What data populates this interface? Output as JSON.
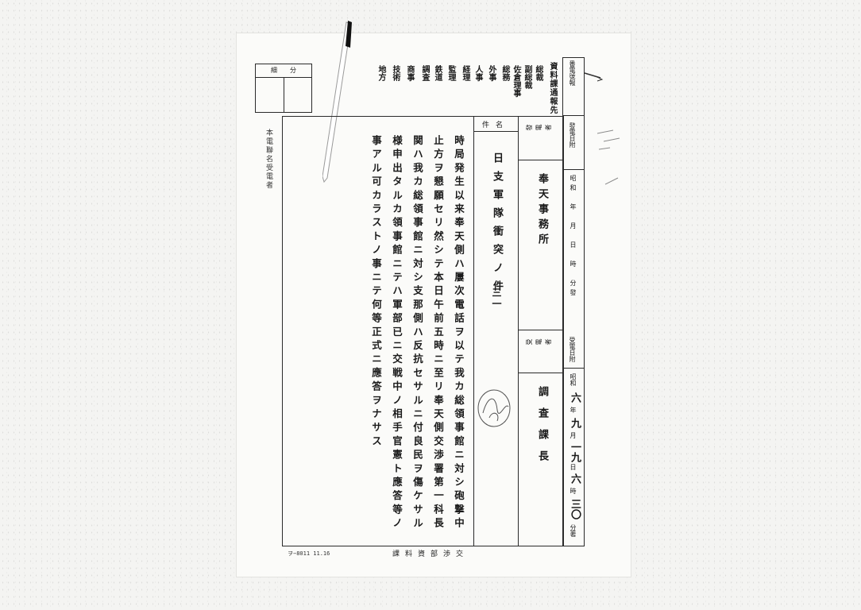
{
  "saibun": {
    "label": "細　　分"
  },
  "recipients": {
    "header": "資料課通報先",
    "columns": [
      "総裁",
      "副総裁",
      "佐倉理事",
      "総務",
      "外事",
      "人事",
      "経理",
      "監理",
      "鉄道",
      "調査",
      "商事",
      "技術",
      "地方"
    ]
  },
  "sidebar": {
    "number_label": "番電號報",
    "sent_date_label": "發電日附",
    "sent_date": "昭和　年　月　日　時　分發",
    "recv_date_label": "受電日附",
    "recv_date_era": "昭和",
    "recv_year": "六",
    "recv_month": "九",
    "recv_day": "一九",
    "recv_hour": "六",
    "recv_minute": "三〇",
    "unit_year": "年",
    "unit_month": "月",
    "unit_day": "日",
    "unit_hour": "時",
    "unit_minute": "分著"
  },
  "sender": {
    "label": "發電者",
    "value": "奉天事務所"
  },
  "receiver": {
    "label": "受電者",
    "value": "調査課長"
  },
  "subject": {
    "label": "件名",
    "value": "日支軍隊衝突ノ件",
    "number": "三一"
  },
  "body_lines": [
    "時局発生以来奉天側ハ屢次電話ヲ以テ我カ総領事館ニ対シ砲撃中",
    "止方ヲ懇願セリ然シテ本日午前五時ニ至リ奉天側交渉署第一科長",
    "関ハ我カ総領事館ニ対シ支那側ハ反抗セサルニ付良民ヲ傷ケサル",
    "様申出タルカ領事館ニテハ軍部已ニ交戦中ノ相手官憲ト應答等ノ",
    "事アル可カラストノ事ニテ何等正式ニ應答ヲナサス"
  ],
  "margin_note": "本電聯名受電者",
  "footer": {
    "form_number": "ヲ−8011 11.16",
    "department": "課料資部渉交"
  }
}
